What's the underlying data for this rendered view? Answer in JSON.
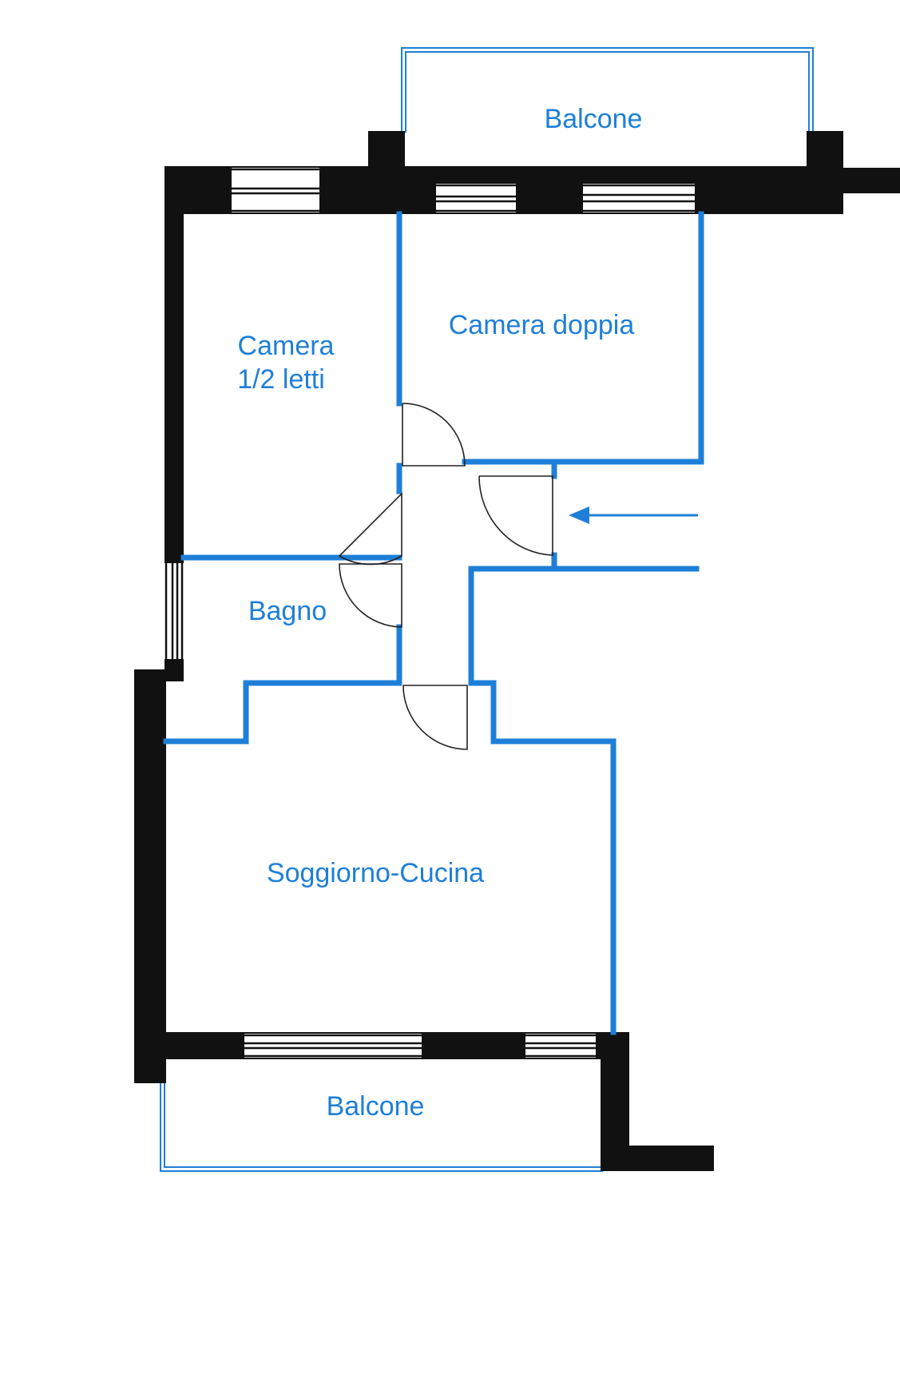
{
  "plan": {
    "label_color": "#1e7fd8",
    "wall_color": "#111111",
    "partition_color": "#1e7fd8",
    "rooms": {
      "balcony_top": "Balcone",
      "bedroom_double": "Camera doppia",
      "bedroom_single_line1": "Camera",
      "bedroom_single_line2": "1/2 letti",
      "bathroom": "Bagno",
      "living_kitchen": "Soggiorno-Cucina",
      "balcony_bottom": "Balcone"
    },
    "entrance_arrow": "arrow-left-icon"
  }
}
